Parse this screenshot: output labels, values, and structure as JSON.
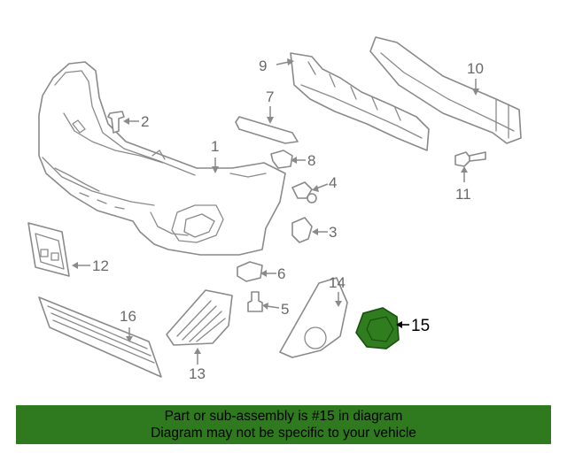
{
  "diagram": {
    "highlight_color": "#2f7d1f",
    "callouts": {
      "c1": "1",
      "c2": "2",
      "c3": "3",
      "c4": "4",
      "c5": "5",
      "c6": "6",
      "c7": "7",
      "c8": "8",
      "c9": "9",
      "c10": "10",
      "c11": "11",
      "c12": "12",
      "c13": "13",
      "c14": "14",
      "c15": "15",
      "c16": "16"
    }
  },
  "banner": {
    "line1": "Part or sub-assembly is #15 in diagram",
    "line2": "Diagram may not be specific to your vehicle",
    "background_color": "#2f7a1f"
  }
}
